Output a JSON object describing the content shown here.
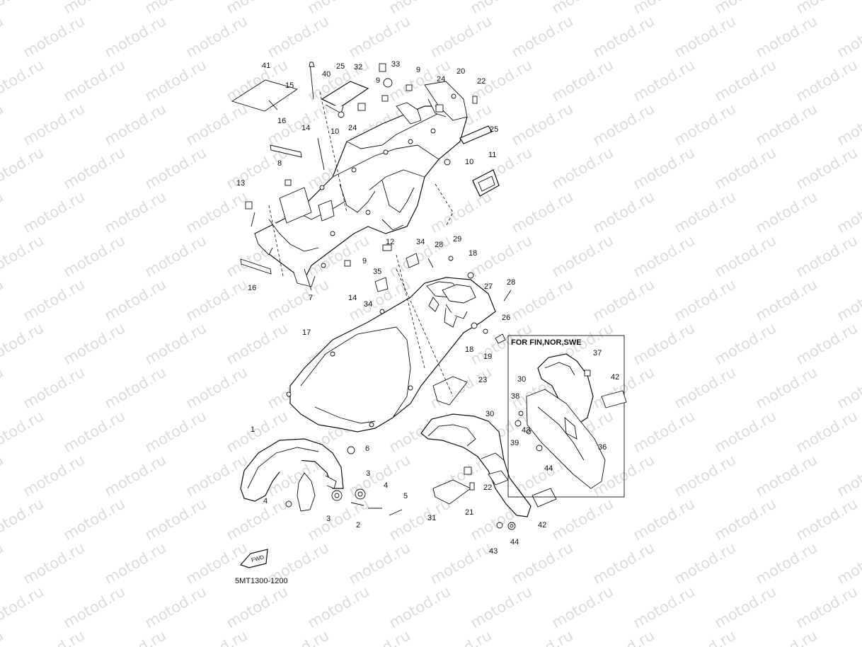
{
  "watermark": {
    "text": "motod.ru",
    "color": "#dcdcdc"
  },
  "diagram": {
    "drawing_code": "5MT1300-1200",
    "inset_title": "FOR FIN,NOR,SWE",
    "arrow_label": "FWD",
    "callouts": [
      "41",
      "15",
      "40",
      "25",
      "32",
      "33",
      "9",
      "24",
      "20",
      "22",
      "9",
      "10",
      "24",
      "25",
      "16",
      "14",
      "10",
      "11",
      "8",
      "13",
      "12",
      "9",
      "34",
      "28",
      "29",
      "18",
      "35",
      "14",
      "16",
      "7",
      "34",
      "27",
      "28",
      "17",
      "18",
      "19",
      "26",
      "23",
      "30",
      "1",
      "6",
      "3",
      "4",
      "3",
      "2",
      "4",
      "5",
      "22",
      "31",
      "21",
      "42",
      "43",
      "44",
      "37",
      "30",
      "38",
      "42",
      "43",
      "39",
      "36",
      "44"
    ]
  }
}
